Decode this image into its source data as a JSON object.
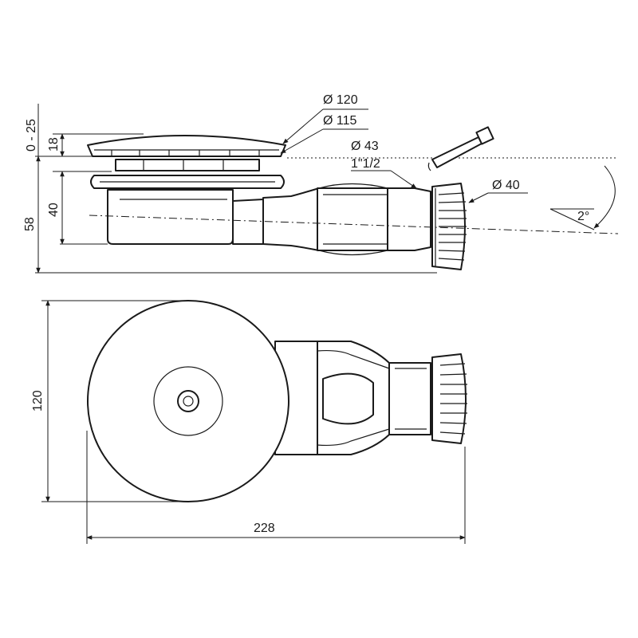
{
  "labels": {
    "dia_120": "Ø 120",
    "dia_115": "Ø 115",
    "dia_43": "Ø 43",
    "thread": "1\"1/2",
    "dia_40": "Ø 40",
    "slope": "2°",
    "adj_range": "0 - 25",
    "height_18": "18",
    "height_40": "40",
    "height_58": "58",
    "width_120": "120",
    "length_228": "228"
  }
}
